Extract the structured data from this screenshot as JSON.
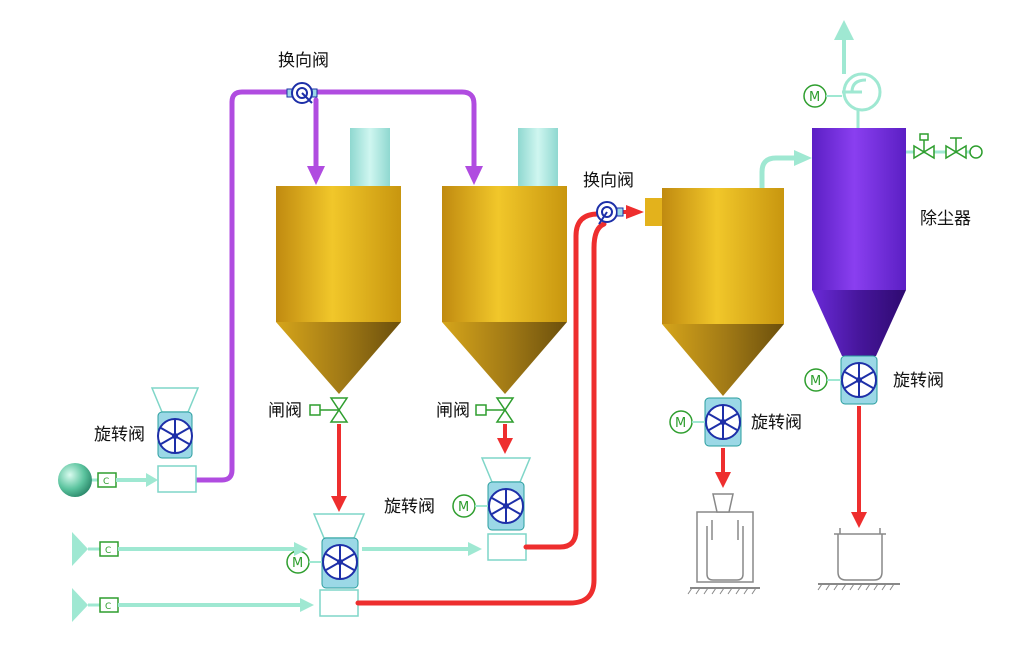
{
  "labels": {
    "diverter_valve_top": "换向阀",
    "diverter_valve_mid": "换向阀",
    "rotary_valve_left": "旋转阀",
    "gate_valve_1": "闸阀",
    "gate_valve_2": "闸阀",
    "rotary_valve_center": "旋转阀",
    "rotary_valve_right1": "旋转阀",
    "rotary_valve_right2": "旋转阀",
    "dust_collector": "除尘器"
  },
  "symbols": {
    "motor": "M",
    "compressor": "C"
  },
  "colors": {
    "purple_pipe": "#b04ce0",
    "red_pipe": "#ee2e2e",
    "air_pipe": "#9fe8d2",
    "silo_gold": "#e3b21c",
    "silo_cone": "#a8801a",
    "collector_purple": "#7a2fe0",
    "collector_cone": "#4f1aa8",
    "valve_blue": "#1d2fa8",
    "valve_body": "#9bd8e6"
  }
}
